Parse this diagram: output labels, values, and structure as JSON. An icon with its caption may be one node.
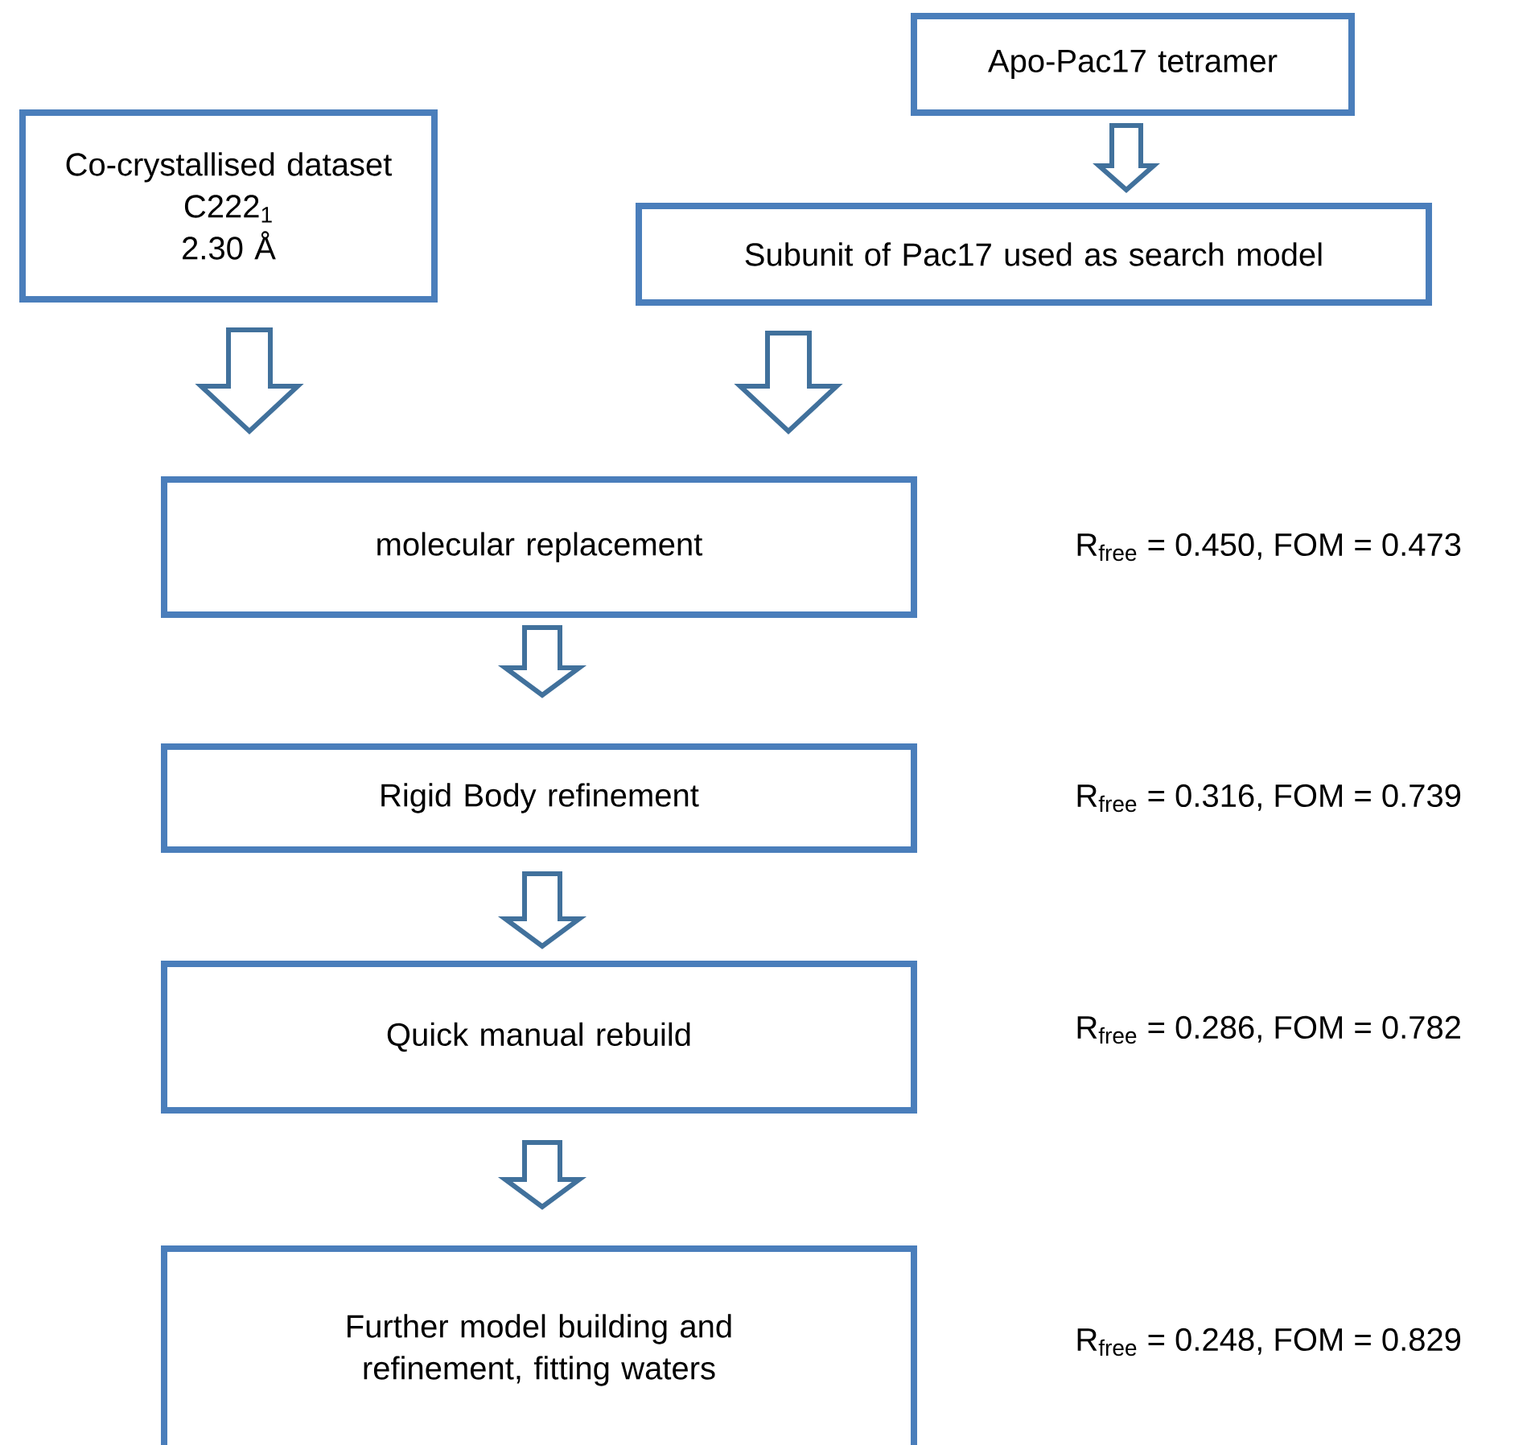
{
  "diagram": {
    "nodes": [
      {
        "text": [
          "Co-crystallised dataset",
          "C222$_{1}$",
          "2.30 Å"
        ]
      },
      {
        "text": [
          "Apo-Pac17 tetramer"
        ]
      },
      {
        "text": [
          "Subunit of Pac17 used as search model"
        ]
      },
      {
        "text": [
          "molecular replacement"
        ]
      },
      {
        "text": [
          "Rigid Body refinement"
        ]
      },
      {
        "text": [
          "Quick manual rebuild"
        ]
      },
      {
        "text": [
          "Further model building and refinement, fitting waters"
        ]
      }
    ],
    "labels": [
      "R$_{free}$ = 0.450, FOM = 0.473",
      "R$_{free}$ =  0.316, FOM = 0.739",
      "R$_{free}$ = 0.286, FOM = 0.782",
      "R$_{free}$ = 0.248, FOM = 0.829"
    ],
    "edges": [
      {
        "from": 1,
        "to": 2,
        "arrow": "to"
      },
      {
        "from": 0,
        "to": 3,
        "arrow": "to"
      },
      {
        "from": 2,
        "to": 3,
        "arrow": "to"
      },
      {
        "from": 3,
        "to": 4,
        "arrow": "to"
      },
      {
        "from": 4,
        "to": 5,
        "arrow": "to"
      },
      {
        "from": 5,
        "to": 6,
        "arrow": "to"
      }
    ]
  }
}
